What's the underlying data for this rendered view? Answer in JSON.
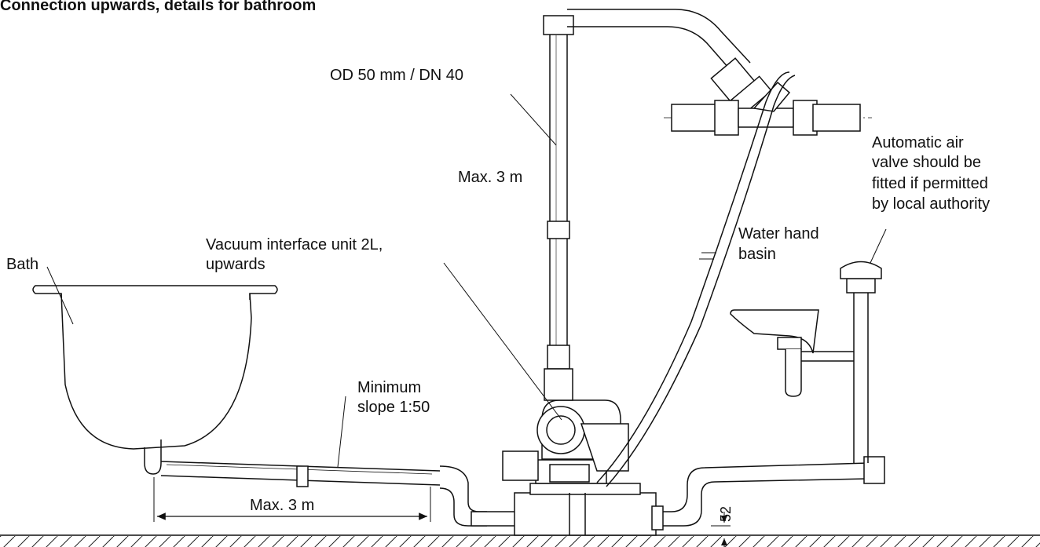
{
  "title": "Connection upwards, details for bathroom",
  "labels": {
    "od": "OD 50 mm / DN 40",
    "max_vertical": "Max. 3 m",
    "vacuum_line1": "Vacuum  interface  unit 2L,",
    "vacuum_line2": "upwards",
    "bath": "Bath",
    "minimum": "Minimum",
    "slope": "slope 1:50",
    "max_horizontal": "Max. 3 m",
    "air_line1": "Automatic air",
    "air_line2": "valve should be",
    "air_line3": "fitted if permitted",
    "air_line4": "by local authority",
    "basin_line1": "Water hand",
    "basin_line2": "basin",
    "dim_52": "52"
  }
}
